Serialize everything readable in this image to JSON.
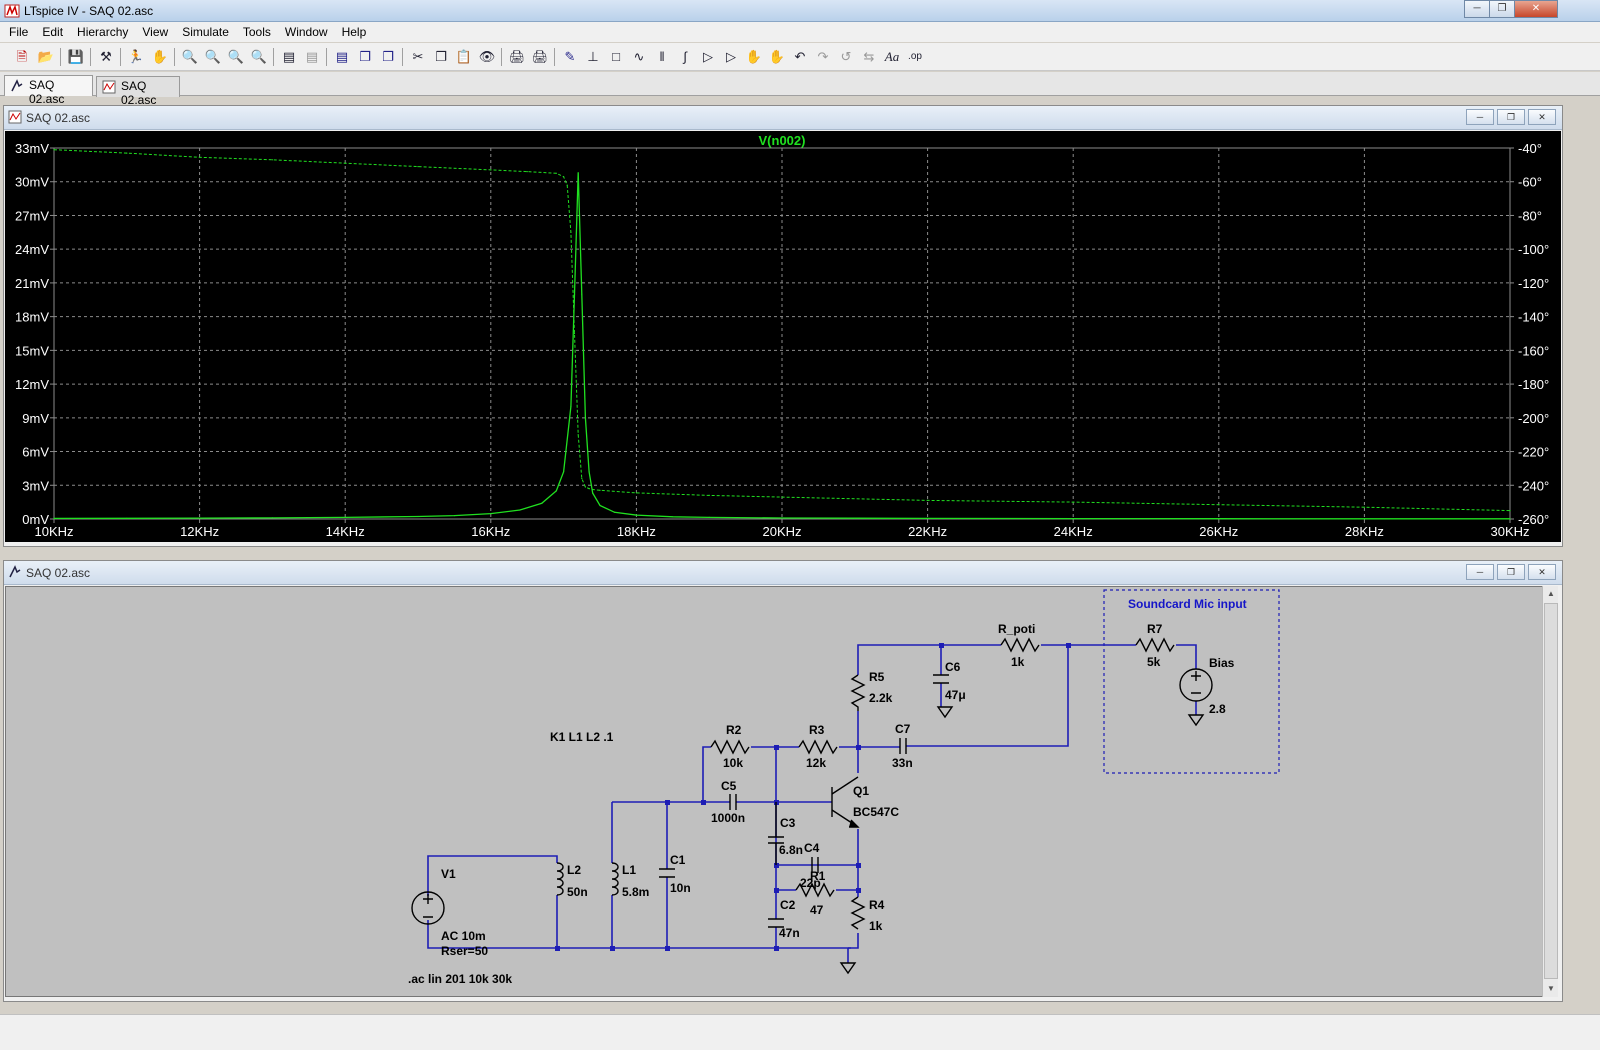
{
  "window": {
    "title": "LTspice IV - SAQ 02.asc"
  },
  "menu": [
    "File",
    "Edit",
    "Hierarchy",
    "View",
    "Simulate",
    "Tools",
    "Window",
    "Help"
  ],
  "tabs": [
    {
      "label": "SAQ 02.asc",
      "icon": "schematic-icon",
      "active": true
    },
    {
      "label": "SAQ 02.asc",
      "icon": "waveform-icon",
      "active": false
    }
  ],
  "plot_window": {
    "title": "SAQ 02.asc"
  },
  "schematic_window": {
    "title": "SAQ 02.asc"
  },
  "chart_data": {
    "type": "line",
    "title": "V(n002)",
    "xlabel": "",
    "ylabel": "",
    "x_ticks": [
      "10KHz",
      "12KHz",
      "14KHz",
      "16KHz",
      "18KHz",
      "20KHz",
      "22KHz",
      "24KHz",
      "26KHz",
      "28KHz",
      "30KHz"
    ],
    "y_ticks": [
      "0mV",
      "3mV",
      "6mV",
      "9mV",
      "12mV",
      "15mV",
      "18mV",
      "21mV",
      "24mV",
      "27mV",
      "30mV",
      "33mV"
    ],
    "y2_ticks": [
      "-260°",
      "-240°",
      "-220°",
      "-200°",
      "-180°",
      "-160°",
      "-140°",
      "-120°",
      "-100°",
      "-80°",
      "-60°",
      "-40°"
    ],
    "xlim": [
      10,
      30
    ],
    "ylim": [
      0,
      33
    ],
    "y2lim": [
      -260,
      -40
    ],
    "grid": true,
    "colors": {
      "trace": "#20e020",
      "axis_text": "#ffffff",
      "grid": "#8c8c8c",
      "title": "#20e020"
    },
    "series": [
      {
        "name": "V(n002)",
        "style": "solid",
        "x": [
          10,
          11,
          12,
          13,
          14,
          15,
          15.5,
          16,
          16.4,
          16.7,
          16.9,
          17.0,
          17.1,
          17.15,
          17.2,
          17.25,
          17.3,
          17.35,
          17.4,
          17.5,
          17.7,
          18,
          18.5,
          19,
          20,
          21,
          22,
          24,
          26,
          28,
          30
        ],
        "y": [
          0.05,
          0.06,
          0.08,
          0.1,
          0.14,
          0.22,
          0.3,
          0.48,
          0.8,
          1.4,
          2.5,
          4.2,
          10,
          20,
          30.8,
          20,
          9,
          4.2,
          2.3,
          1.2,
          0.6,
          0.35,
          0.2,
          0.14,
          0.09,
          0.07,
          0.05,
          0.04,
          0.03,
          0.02,
          0.02
        ]
      },
      {
        "name": "phase",
        "style": "dashed",
        "x": [
          10,
          11,
          12,
          13,
          14,
          15,
          16,
          16.5,
          16.9,
          17.0,
          17.05,
          17.1,
          17.15,
          17.2,
          17.25,
          17.3,
          17.35,
          17.4,
          17.5,
          18,
          19,
          20,
          22,
          24,
          26,
          28,
          30
        ],
        "y": [
          -41,
          -43,
          -45.5,
          -47,
          -49,
          -51,
          -53,
          -54,
          -55,
          -57,
          -62,
          -90,
          -150,
          -210,
          -236,
          -241,
          -242,
          -242.5,
          -243,
          -244.5,
          -246,
          -247,
          -249,
          -250,
          -251.5,
          -253,
          -255
        ]
      }
    ]
  },
  "schematic": {
    "colors": {
      "wire": "#1d1db5",
      "component": "#000000",
      "label": "#000000",
      "dashed_box": "#1d1db5",
      "box_label": "#1515c8"
    },
    "labels": {
      "k": "K1 L1 L2 .1",
      "v1": "V1",
      "v1_ac": "AC 10m",
      "v1_rser": "Rser=50",
      "ac_cmd": ".ac lin 201 10k 30k",
      "l2": "L2",
      "l2v": "50n",
      "l1": "L1",
      "l1v": "5.8m",
      "c1": "C1",
      "c1v": "10n",
      "c5": "C5",
      "c5v": "1000n",
      "c3": "C3",
      "c3v": "6.8n",
      "c4": "C4",
      "c4v": "22p",
      "r1": "R1",
      "r1v": "47",
      "c2": "C2",
      "c2v": "47n",
      "r4": "R4",
      "r4v": "1k",
      "r2": "R2",
      "r2v": "10k",
      "r3": "R3",
      "r3v": "12k",
      "q1": "Q1",
      "q1v": "BC547C",
      "r5": "R5",
      "r5v": "2.2k",
      "c6": "C6",
      "c6v": "47μ",
      "c7": "C7",
      "c7v": "33n",
      "rpoti": "R_poti",
      "rpotiv": "1k",
      "r7": "R7",
      "r7v": "5k",
      "bias": "Bias",
      "biasv": "2.8",
      "box_title": "Soundcard Mic input"
    }
  }
}
